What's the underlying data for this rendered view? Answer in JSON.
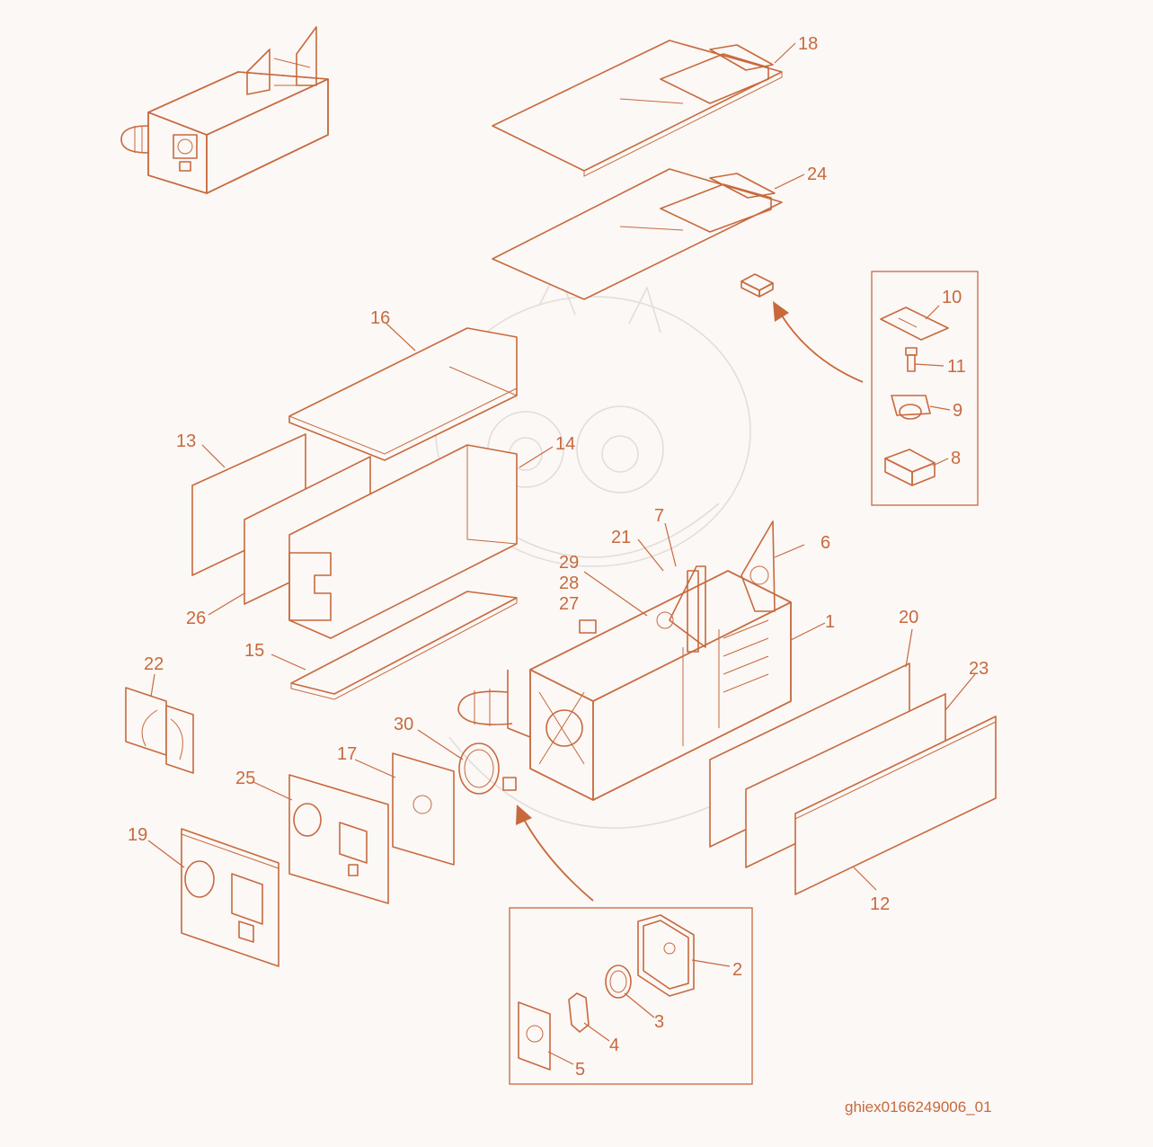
{
  "drawing": {
    "doc_id": "ghiex0166249006_01",
    "line_color": "#c8693d",
    "background_color": "#fbf8f6"
  },
  "callouts": [
    {
      "id": "c18",
      "label": "18"
    },
    {
      "id": "c24",
      "label": "24"
    },
    {
      "id": "c16",
      "label": "16"
    },
    {
      "id": "c13",
      "label": "13"
    },
    {
      "id": "c14",
      "label": "14"
    },
    {
      "id": "c26",
      "label": "26"
    },
    {
      "id": "c15",
      "label": "15"
    },
    {
      "id": "c7",
      "label": "7"
    },
    {
      "id": "c21",
      "label": "21"
    },
    {
      "id": "c29",
      "label": "29"
    },
    {
      "id": "c28",
      "label": "28"
    },
    {
      "id": "c27",
      "label": "27"
    },
    {
      "id": "c6",
      "label": "6"
    },
    {
      "id": "c1",
      "label": "1"
    },
    {
      "id": "c20",
      "label": "20"
    },
    {
      "id": "c23",
      "label": "23"
    },
    {
      "id": "c22",
      "label": "22"
    },
    {
      "id": "c30",
      "label": "30"
    },
    {
      "id": "c17",
      "label": "17"
    },
    {
      "id": "c25",
      "label": "25"
    },
    {
      "id": "c19",
      "label": "19"
    },
    {
      "id": "c12",
      "label": "12"
    },
    {
      "id": "c10",
      "label": "10"
    },
    {
      "id": "c11",
      "label": "11"
    },
    {
      "id": "c9",
      "label": "9"
    },
    {
      "id": "c8",
      "label": "8"
    },
    {
      "id": "c2",
      "label": "2"
    },
    {
      "id": "c3",
      "label": "3"
    },
    {
      "id": "c4",
      "label": "4"
    },
    {
      "id": "c5",
      "label": "5"
    }
  ]
}
